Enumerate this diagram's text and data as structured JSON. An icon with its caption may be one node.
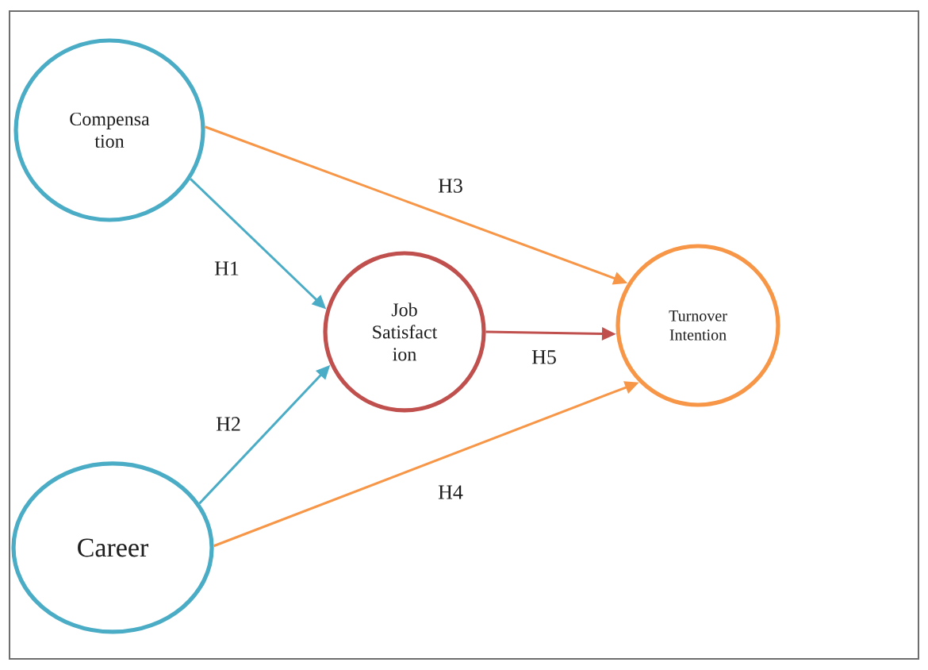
{
  "diagram": {
    "nodes": [
      {
        "text": [
          "Compensa tion"
        ]
      },
      {
        "text": [
          "Career"
        ]
      },
      {
        "text": [
          "Job Satisfact ion"
        ]
      },
      {
        "text": [
          "Turnover Intention"
        ]
      }
    ],
    "edges": [
      {
        "from": 0,
        "to": 2,
        "arrow": "to",
        "label": "H1",
        "color": "#4bacc6"
      },
      {
        "from": 1,
        "to": 2,
        "arrow": "to",
        "label": "H2",
        "color": "#4bacc6"
      },
      {
        "from": 0,
        "to": 3,
        "arrow": "to",
        "label": "H3",
        "color": "#f79646"
      },
      {
        "from": 1,
        "to": 3,
        "arrow": "to",
        "label": "H4",
        "color": "#f79646"
      },
      {
        "from": 2,
        "to": 3,
        "arrow": "to",
        "label": "H5",
        "color": "#c0504d"
      }
    ]
  }
}
